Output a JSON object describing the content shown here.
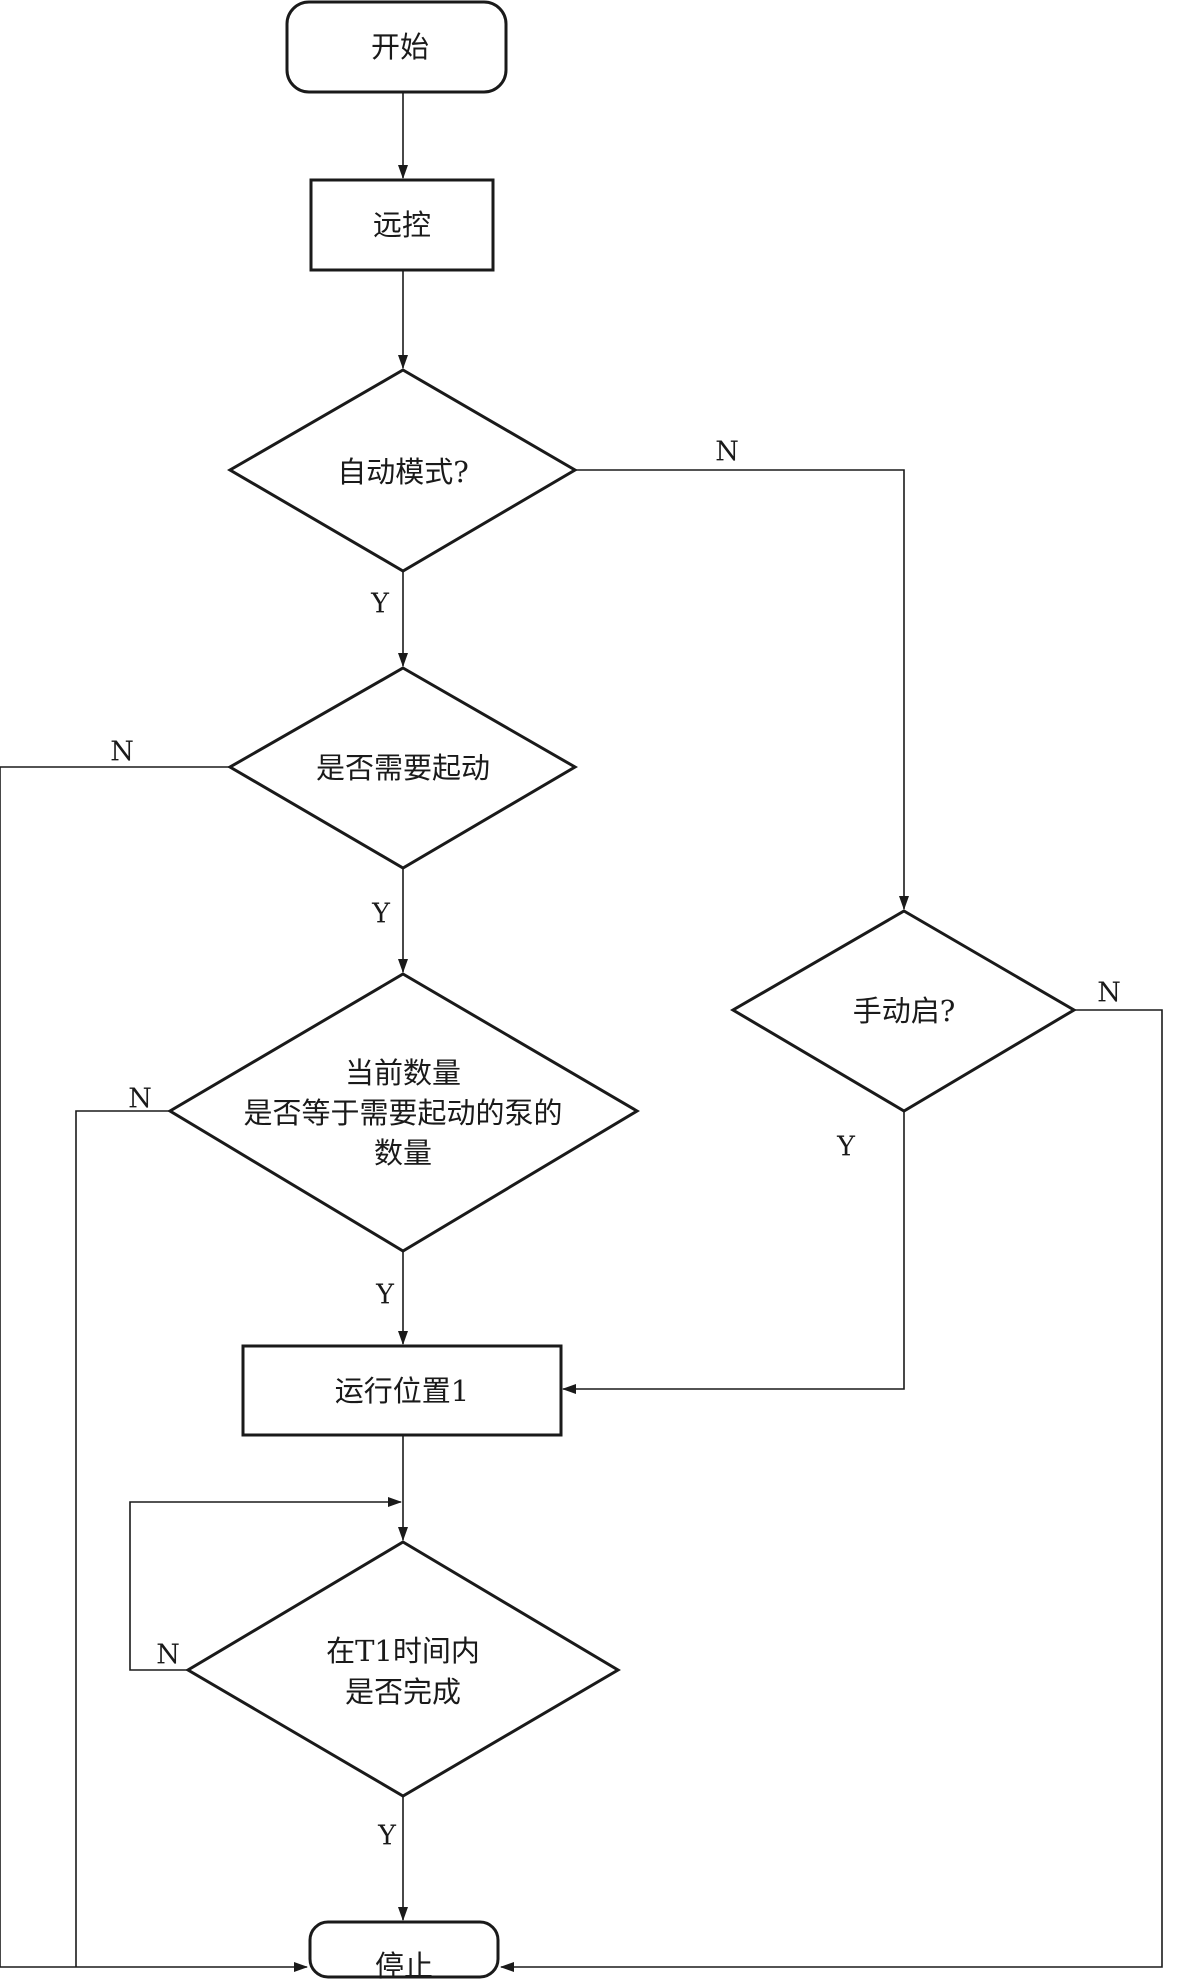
{
  "nodes": {
    "start": {
      "label": "开始"
    },
    "remote": {
      "label": "远控"
    },
    "auto_mode": {
      "label": "自动模式?"
    },
    "need_start": {
      "label": "是否需要起动"
    },
    "count_check": {
      "lines": [
        "当前数量",
        "是否等于需要起动的泵的",
        "数量"
      ]
    },
    "manual_start": {
      "label": "手动启?"
    },
    "run_position": {
      "label": "运行位置1"
    },
    "complete_check": {
      "lines": [
        "在T1时间内",
        "是否完成"
      ]
    },
    "stop": {
      "label": "停止"
    }
  },
  "edge_labels": {
    "auto_mode_no": "N",
    "auto_mode_yes": "Y",
    "need_start_no": "N",
    "need_start_yes": "Y",
    "count_no": "N",
    "count_yes": "Y",
    "manual_no": "N",
    "manual_yes": "Y",
    "complete_no": "N",
    "complete_yes": "Y"
  },
  "colors": {
    "stroke": "#1a1a1a",
    "background": "#ffffff"
  }
}
